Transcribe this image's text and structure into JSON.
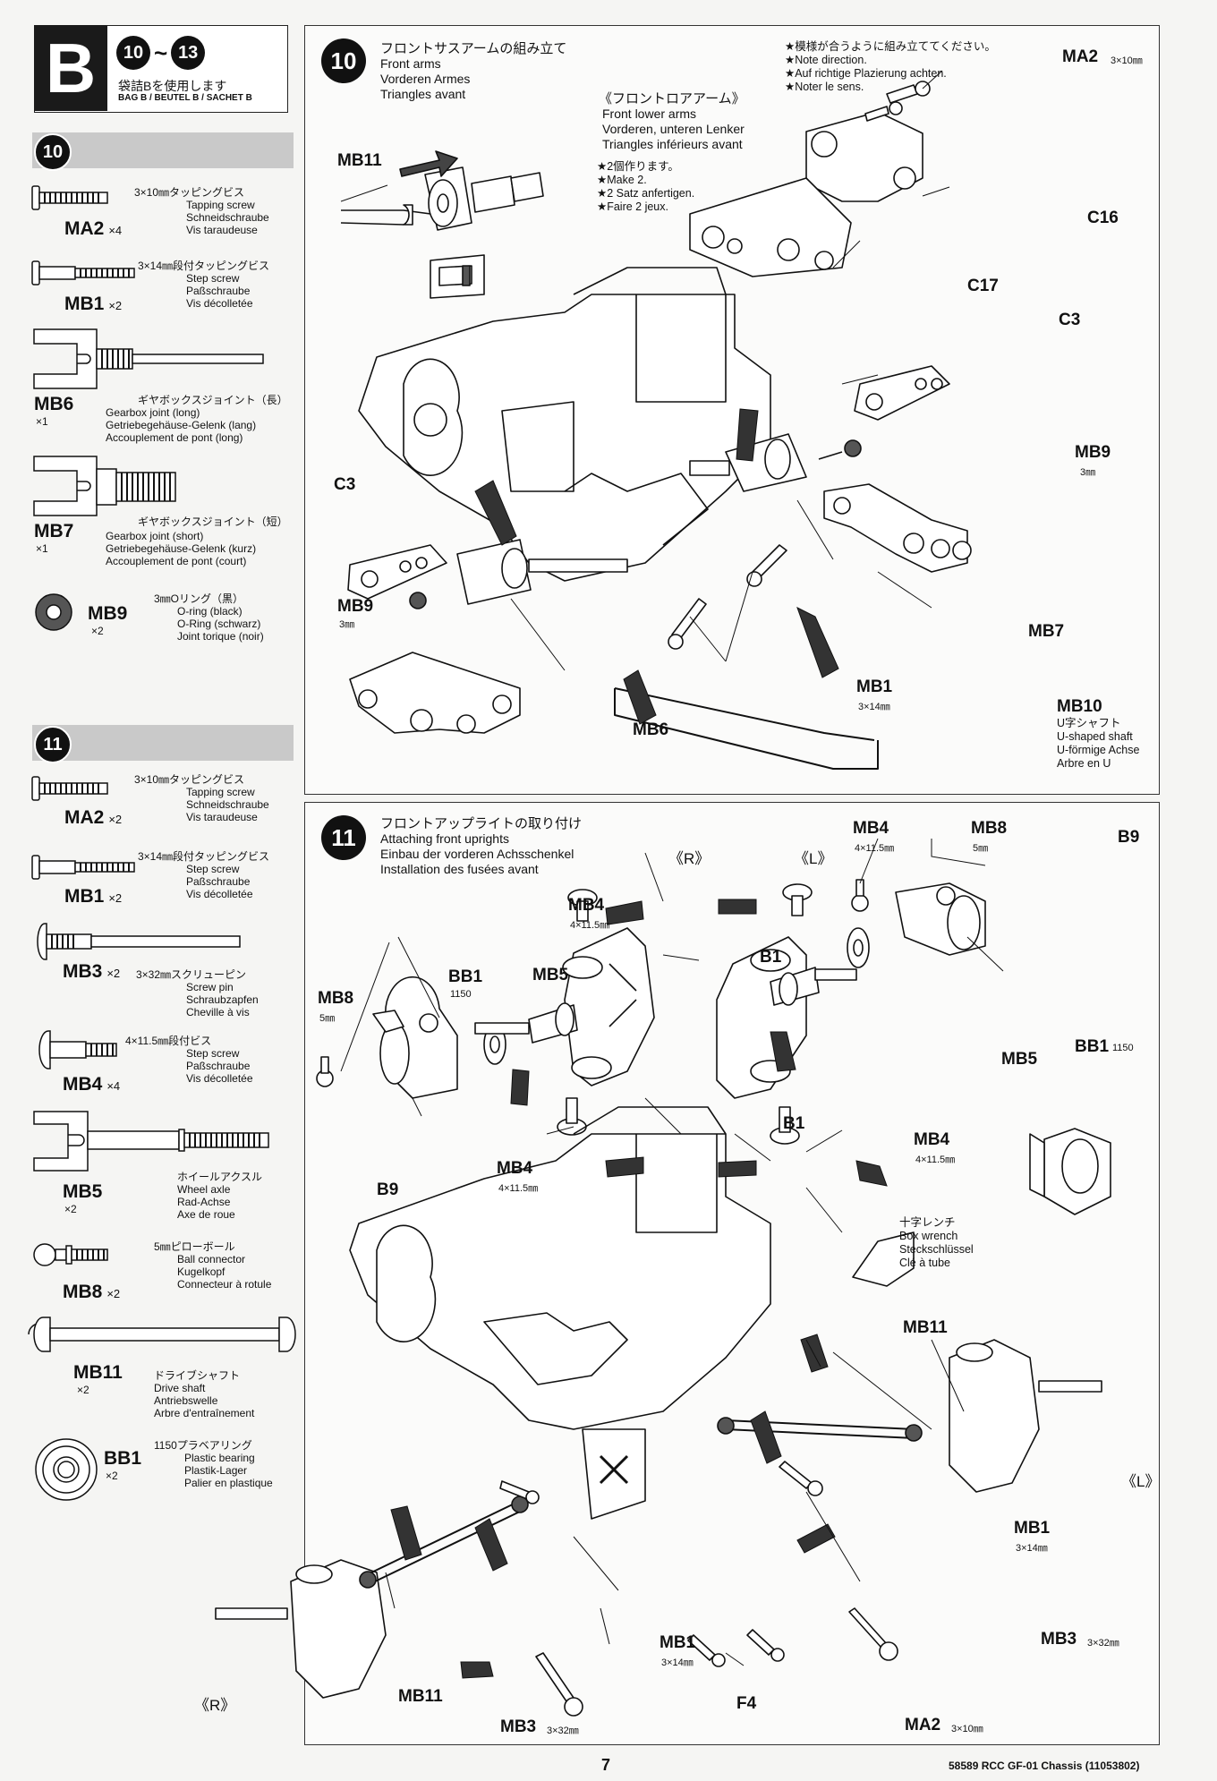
{
  "header": {
    "letter": "B",
    "step_from": "10",
    "range_sep": "~",
    "step_to": "13",
    "bag_jp": "袋詰Bを使用します",
    "bag_en": "BAG B / BEUTEL B / SACHET B"
  },
  "step10_parts": {
    "number": "10",
    "items": [
      {
        "code": "MA2",
        "qty": "×4",
        "jp": "3×10㎜タッピングビス",
        "lines": [
          "Tapping screw",
          "Schneidschraube",
          "Vis taraudeuse"
        ]
      },
      {
        "code": "MB1",
        "qty": "×2",
        "jp": "3×14㎜段付タッピングビス",
        "lines": [
          "Step screw",
          "Paßschraube",
          "Vis décolletée"
        ]
      },
      {
        "code": "MB6",
        "qty": "×1",
        "jp": "ギヤボックスジョイント（長）",
        "lines": [
          "Gearbox joint (long)",
          "Getriebegehäuse-Gelenk (lang)",
          "Accouplement de pont (long)"
        ]
      },
      {
        "code": "MB7",
        "qty": "×1",
        "jp": "ギヤボックスジョイント（短）",
        "lines": [
          "Gearbox joint (short)",
          "Getriebegehäuse-Gelenk (kurz)",
          "Accouplement de pont (court)"
        ]
      },
      {
        "code": "MB9",
        "qty": "×2",
        "jp": "3㎜Oリング（黒）",
        "lines": [
          "O-ring (black)",
          "O-Ring (schwarz)",
          "Joint torique (noir)"
        ]
      }
    ]
  },
  "step11_parts": {
    "number": "11",
    "items": [
      {
        "code": "MA2",
        "qty": "×2",
        "jp": "3×10㎜タッピングビス",
        "lines": [
          "Tapping screw",
          "Schneidschraube",
          "Vis taraudeuse"
        ]
      },
      {
        "code": "MB1",
        "qty": "×2",
        "jp": "3×14㎜段付タッピングビス",
        "lines": [
          "Step screw",
          "Paßschraube",
          "Vis décolletée"
        ]
      },
      {
        "code": "MB3",
        "qty": "×2",
        "jp": "3×32㎜スクリューピン",
        "lines": [
          "Screw pin",
          "Schraubzapfen",
          "Cheville à vis"
        ]
      },
      {
        "code": "MB4",
        "qty": "×4",
        "jp": "4×11.5㎜段付ビス",
        "lines": [
          "Step screw",
          "Paßschraube",
          "Vis décolletée"
        ]
      },
      {
        "code": "MB5",
        "qty": "×2",
        "jp": "ホイールアクスル",
        "lines": [
          "Wheel axle",
          "Rad-Achse",
          "Axe de roue"
        ]
      },
      {
        "code": "MB8",
        "qty": "×2",
        "jp": "5㎜ピローボール",
        "lines": [
          "Ball connector",
          "Kugelkopf",
          "Connecteur à rotule"
        ]
      },
      {
        "code": "MB11",
        "qty": "×2",
        "jp": "ドライブシャフト",
        "lines": [
          "Drive shaft",
          "Antriebswelle",
          "Arbre d'entraînement"
        ]
      },
      {
        "code": "BB1",
        "qty": "×2",
        "jp": "1150プラベアリング",
        "lines": [
          "Plastic bearing",
          "Plastik-Lager",
          "Palier en plastique"
        ]
      }
    ]
  },
  "step10": {
    "number": "10",
    "title_jp": "フロントサスアームの組み立て",
    "title_lines": [
      "Front arms",
      "Vorderen Armes",
      "Triangles avant"
    ],
    "sub_jp": "《フロントロアアーム》",
    "sub_lines": [
      "Front lower arms",
      "Vorderen, unteren Lenker",
      "Triangles inférieurs avant"
    ],
    "make_notes": [
      "★2個作ります。",
      "★Make 2.",
      "★2 Satz anfertigen.",
      "★Faire 2 jeux."
    ],
    "dir_notes": [
      "★模様が合うように組み立ててください。",
      "★Note direction.",
      "★Auf richtige Plazierung achten.",
      "★Noter le sens."
    ],
    "labels": {
      "mb11": "MB11",
      "ma2": "MA2",
      "ma2_size": "3×10㎜",
      "c16": "C16",
      "c17": "C17",
      "c3_right": "C3",
      "c3_left": "C3",
      "mb9_right": "MB9",
      "mb9_right_size": "3㎜",
      "mb9_left": "MB9",
      "mb9_left_size": "3㎜",
      "mb7": "MB7",
      "mb6": "MB6",
      "mb1": "MB1",
      "mb1_size": "3×14㎜",
      "mb10": "MB10"
    },
    "mb10_lines": [
      "U字シャフト",
      "U-shaped shaft",
      "U-förmige Achse",
      "Arbre en U"
    ]
  },
  "step11": {
    "number": "11",
    "title_jp": "フロントアップライトの取り付け",
    "title_lines": [
      "Attaching front uprights",
      "Einbau der vorderen Achsschenkel",
      "Installation des fusées avant"
    ],
    "right_mark": "《R》",
    "left_mark": "《L》",
    "labels": {
      "mb4_a": "MB4",
      "mb4_a_size": "4×11.5㎜",
      "mb4_b": "MB4",
      "mb4_b_size": "4×11.5㎜",
      "mb4_c": "MB4",
      "mb4_c_size": "4×11.5㎜",
      "mb4_d": "MB4",
      "mb4_d_size": "4×11.5㎜",
      "mb8_a": "MB8",
      "mb8_a_size": "5㎜",
      "mb8_b": "MB8",
      "mb8_b_size": "5㎜",
      "b9_a": "B9",
      "b9_b": "B9",
      "b1_a": "B1",
      "b1_b": "B1",
      "bb1_a": "BB1",
      "bb1_a_size": "1150",
      "bb1_b": "BB1",
      "bb1_b_size": "1150",
      "mb5_a": "MB5",
      "mb5_b": "MB5",
      "mb11_a": "MB11",
      "mb11_b": "MB11",
      "mb1_a": "MB1",
      "mb1_a_size": "3×14㎜",
      "mb1_b": "MB1",
      "mb1_b_size": "3×14㎜",
      "mb3_a": "MB3",
      "mb3_a_size": "3×32㎜",
      "mb3_b": "MB3",
      "mb3_b_size": "3×32㎜",
      "ma2": "MA2",
      "ma2_size": "3×10㎜",
      "f4": "F4",
      "bottom_r": "《R》",
      "bottom_l": "《L》"
    },
    "wrench_lines": [
      "十字レンチ",
      "Box wrench",
      "Steckschlüssel",
      "Clé à tube"
    ]
  },
  "footer": {
    "page": "7",
    "code": "58589  RCC GF-01 Chassis (11053802)"
  }
}
